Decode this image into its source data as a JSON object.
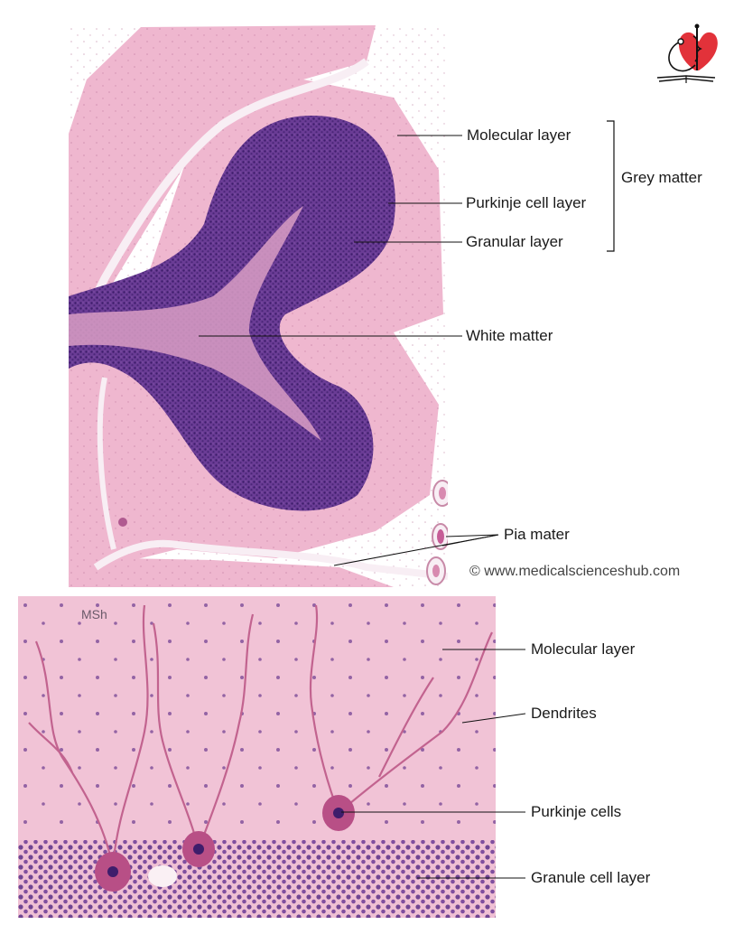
{
  "top_panel": {
    "labels": {
      "molecular_layer": "Molecular layer",
      "purkinje_cell_layer": "Purkinje cell layer",
      "granular_layer": "Granular layer",
      "grey_matter": "Grey matter",
      "white_matter": "White matter",
      "pia_mater": "Pia mater"
    },
    "credit": "© www.medicalscienceshub.com"
  },
  "bottom_panel": {
    "watermark": "MSh",
    "labels": {
      "molecular_layer": "Molecular layer",
      "dendrites": "Dendrites",
      "purkinje_cells": "Purkinje cells",
      "granule_cell_layer": "Granule cell layer"
    }
  },
  "colors": {
    "molecular_pink": "#efb7cf",
    "granular_purple": "#5a2f86",
    "white_matter": "#d99ec4",
    "pia_white": "#f8eef4",
    "logo_red": "#e2323a"
  }
}
